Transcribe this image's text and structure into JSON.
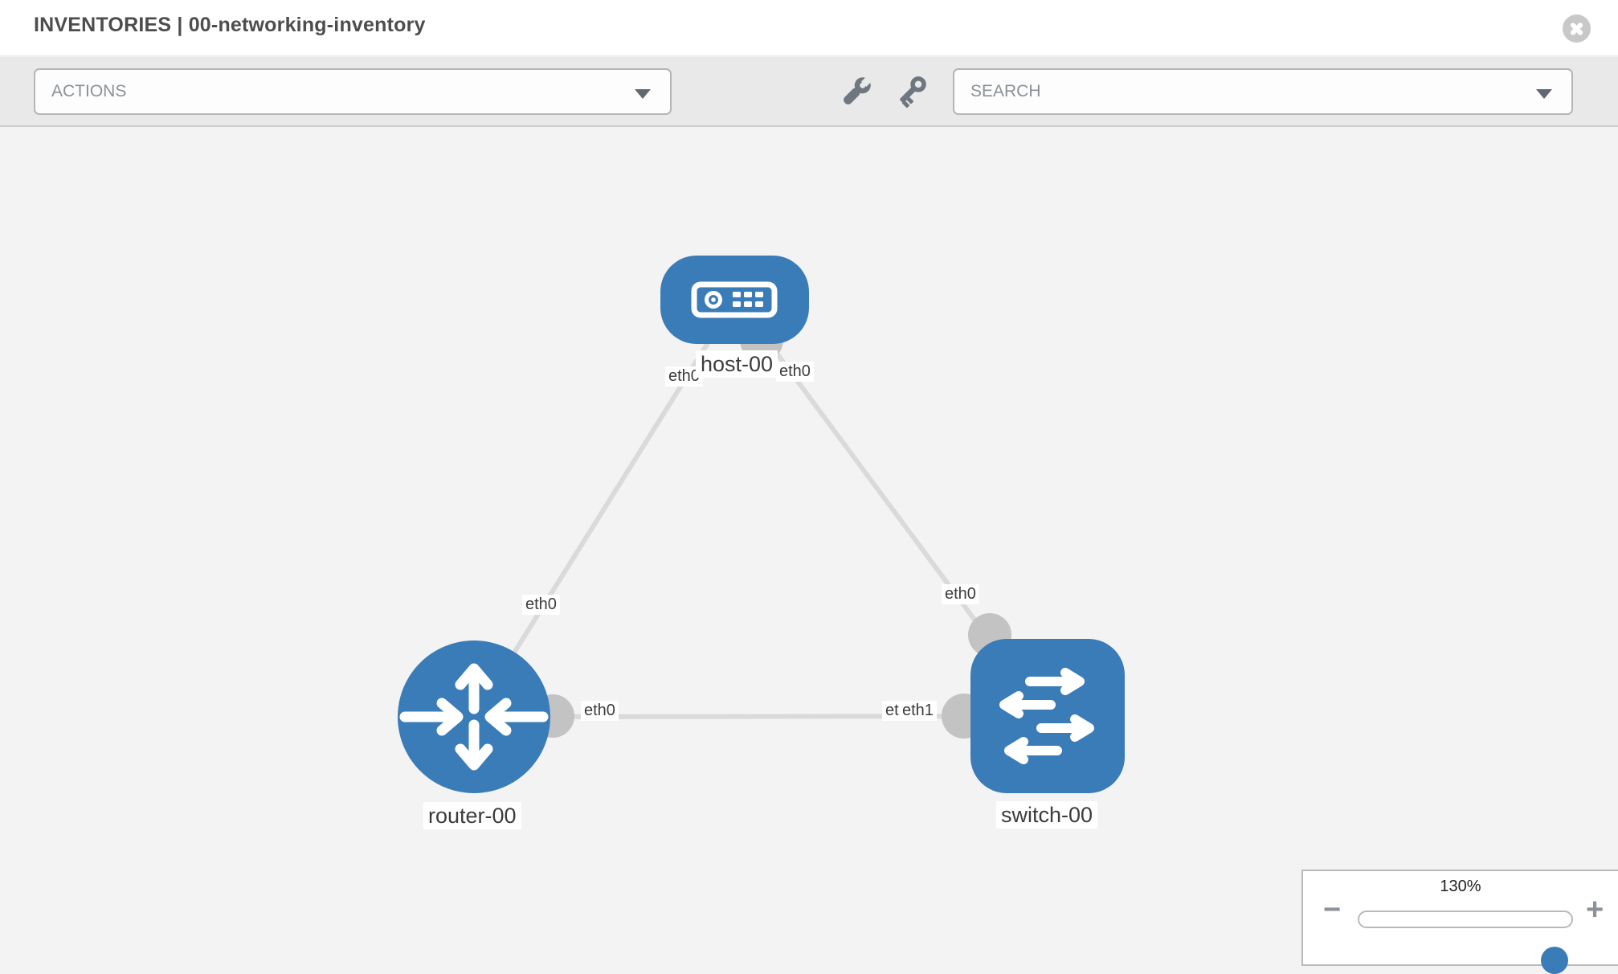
{
  "header": {
    "title": "INVENTORIES | 00-networking-inventory"
  },
  "toolbar": {
    "actions_label": "ACTIONS",
    "search_label": "SEARCH",
    "icons": [
      "wrench-icon",
      "key-icon"
    ]
  },
  "topology": {
    "nodes": [
      {
        "id": "host-00",
        "label": "host-00",
        "type": "host"
      },
      {
        "id": "router-00",
        "label": "router-00",
        "type": "router"
      },
      {
        "id": "switch-00",
        "label": "switch-00",
        "type": "switch"
      }
    ],
    "links": [
      {
        "from": "router-00",
        "from_interface": "eth0",
        "to": "host-00",
        "to_interface": "eth0"
      },
      {
        "from": "host-00",
        "from_interface": "eth0",
        "to": "switch-00",
        "to_interface": "eth0"
      },
      {
        "from": "router-00",
        "from_interface": "eth0",
        "to": "switch-00",
        "to_interface": "eth1"
      }
    ],
    "colors": {
      "node_blue": "#3a7cb8",
      "link_gray": "#dadada",
      "interface_gray": "#c3c3c3"
    }
  },
  "zoom_control": {
    "level": "130%",
    "minus_label": "−",
    "plus_label": "+"
  }
}
